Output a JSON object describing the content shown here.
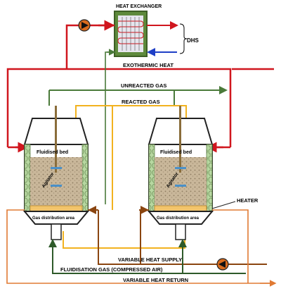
{
  "labels": {
    "heat_exchanger": "HEAT EXCHANGER",
    "dhs": "DHS",
    "exothermic_heat": "EXOTHERMIC HEAT",
    "unreacted_gas": "UNREACTED GAS",
    "reacted_gas": "REACTED GAS",
    "fluidised_bed_left": "Fluidised bed",
    "fluidised_bed_right": "Fluidised bed",
    "agitator_left": "Agitator",
    "agitator_right": "Agitator",
    "gas_distribution_left": "Gas distribution area",
    "gas_distribution_right": "Gas distribution area",
    "heater": "HEATER",
    "variable_heat_supply": "VARIABLE HEAT SUPPLY",
    "fluidisation_gas": "FLUIDISATION GAS (COMPRESSED AIR)",
    "variable_heat_return": "VARIABLE HEAT RETURN"
  },
  "colors": {
    "hot_red": "#d0161e",
    "unreacted_green": "#4a7a3a",
    "reacted_yellow": "#f2b21f",
    "heat_brown": "#8a4510",
    "heat_return_orange": "#e07a33",
    "fluid_gas_darkgreen": "#2e5a2a",
    "dhs_blue": "#1f3fc6",
    "vessel_green": "#b7d8a1",
    "bed_fill": "#c9b79a",
    "distribution_fill": "#f2c46b"
  },
  "icons": {
    "pump_top": "pump-icon",
    "pump_bottom": "pump-icon"
  }
}
